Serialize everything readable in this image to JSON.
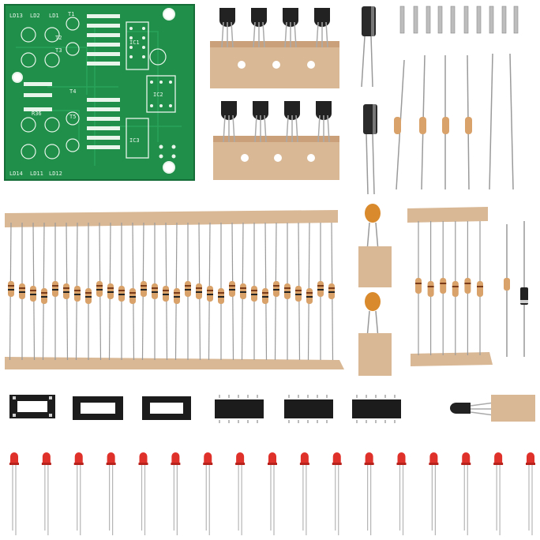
{
  "scene": {
    "subject": "electronics-kit-components",
    "background_color": "#ffffff"
  },
  "pcb": {
    "color": "#1f8f4a",
    "silkscreen_color": "#e8f5ea",
    "labels": {
      "ld13": "LD13",
      "ld2": "LD2",
      "ld1": "LD1",
      "t1": "T1",
      "t2": "T2",
      "t3": "T3",
      "t4": "T4",
      "t5": "T5",
      "ld14": "LD14",
      "ld11": "LD11",
      "ld12": "LD12",
      "ic1": "IC1",
      "ic2": "IC2",
      "ic3": "IC3",
      "r36": "R36"
    }
  },
  "components": {
    "resistor_body_color": "#d8a26a",
    "tape_color": "#d9b895",
    "led_color": "#e0302a",
    "chip_color": "#1c1c1c",
    "capacitor_color": "#2a2a2a",
    "ceramic_cap_color": "#d98a2c",
    "led_count": 17,
    "resistor_strip_main_count": 30,
    "resistor_strip_small_count": 6,
    "loose_resistor_count": 6,
    "ic_socket_count": 3,
    "ic_chip_count": 3,
    "transistor_count": 8,
    "header_pin_count": 10
  }
}
